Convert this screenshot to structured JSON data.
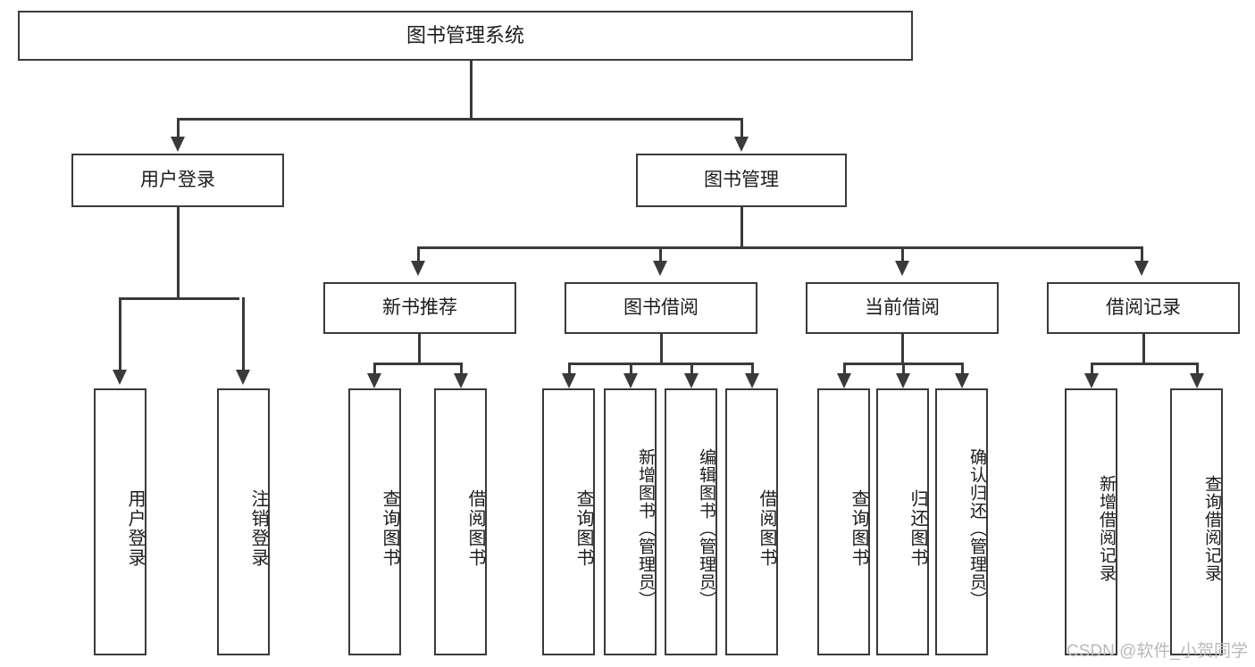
{
  "diagram": {
    "title": "图书管理系统",
    "type": "tree",
    "watermark": "CSDN @软件_小贺同学",
    "line_color": "#3a3a3a",
    "box_fill": "#ffffff",
    "text_color": "#1c1c1c",
    "watermark_color": "#b9b9b9",
    "root": {
      "label": "图书管理系统"
    },
    "level1": [
      {
        "label": "用户登录"
      },
      {
        "label": "图书管理"
      }
    ],
    "level2": [
      {
        "label": "新书推荐"
      },
      {
        "label": "图书借阅"
      },
      {
        "label": "当前借阅"
      },
      {
        "label": "借阅记录"
      }
    ],
    "leaves": {
      "user_login": [
        {
          "label": "用户登录"
        },
        {
          "label": "注销登录"
        }
      ],
      "new_book_recommend": [
        {
          "label": "查询图书"
        },
        {
          "label": "借阅图书"
        }
      ],
      "book_borrow": [
        {
          "label": "查询图书"
        },
        {
          "label": "新增图书（管理员）"
        },
        {
          "label": "编辑图书（管理员）"
        },
        {
          "label": "借阅图书"
        }
      ],
      "current_borrow": [
        {
          "label": "查询图书"
        },
        {
          "label": "归还图书"
        },
        {
          "label": "确认归还（管理员）"
        }
      ],
      "borrow_record": [
        {
          "label": "新增借阅记录"
        },
        {
          "label": "查询借阅记录"
        }
      ]
    }
  }
}
